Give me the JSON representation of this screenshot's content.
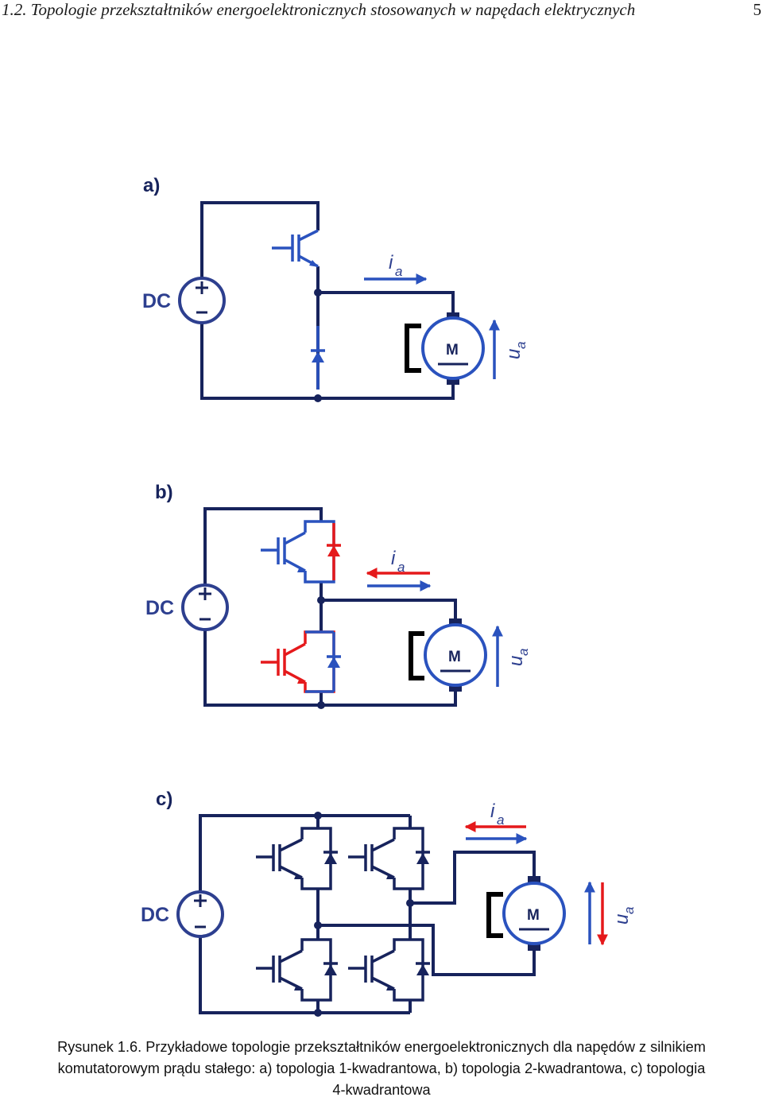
{
  "header": {
    "title": "1.2. Topologie przekształtników energoelektronicznych stosowanych w napędach elektrycznych",
    "page_number": "5"
  },
  "figure": {
    "panels": [
      {
        "label": "a)",
        "source_label": "DC",
        "motor_label": "M",
        "current_label": "i",
        "current_sub": "a",
        "voltage_label": "u",
        "voltage_sub": "a"
      },
      {
        "label": "b)",
        "source_label": "DC",
        "motor_label": "M",
        "current_label": "i",
        "current_sub": "a",
        "voltage_label": "u",
        "voltage_sub": "a"
      },
      {
        "label": "c)",
        "source_label": "DC",
        "motor_label": "M",
        "current_label": "i",
        "current_sub": "a",
        "voltage_label": "u",
        "voltage_sub": "a"
      }
    ],
    "colors": {
      "wire": "#17235c",
      "forward": "#2a52be",
      "reverse": "#e5191b",
      "brush": "#000000"
    }
  },
  "caption": {
    "line1": "Rysunek 1.6. Przykładowe topologie przekształtników energoelektronicznych dla napędów z silnikiem",
    "line2": "komutatorowym prądu stałego: a) topologia 1-kwadrantowa, b) topologia 2-kwadrantowa, c) topologia",
    "line3": "4-kwadrantowa"
  }
}
